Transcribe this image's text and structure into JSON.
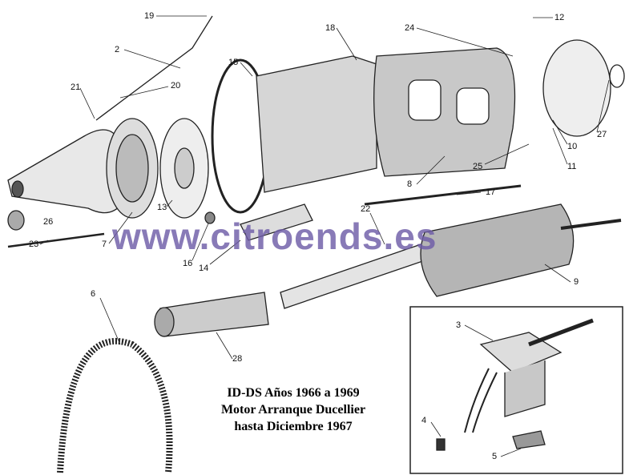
{
  "watermark": "www.citroends.es",
  "caption": {
    "line1": "ID-DS Años 1966 a 1969",
    "line2": "Motor Arranque Ducellier",
    "line3": "hasta Diciembre 1967"
  },
  "part_labels": [
    "19",
    "2",
    "21",
    "20",
    "18",
    "15",
    "24",
    "12",
    "27",
    "10",
    "11",
    "25",
    "8",
    "17",
    "26",
    "7",
    "13",
    "16",
    "23",
    "14",
    "22",
    "9",
    "6",
    "28",
    "3",
    "4",
    "5"
  ],
  "colors": {
    "watermark": "#6f5da8",
    "ink": "#111111"
  }
}
